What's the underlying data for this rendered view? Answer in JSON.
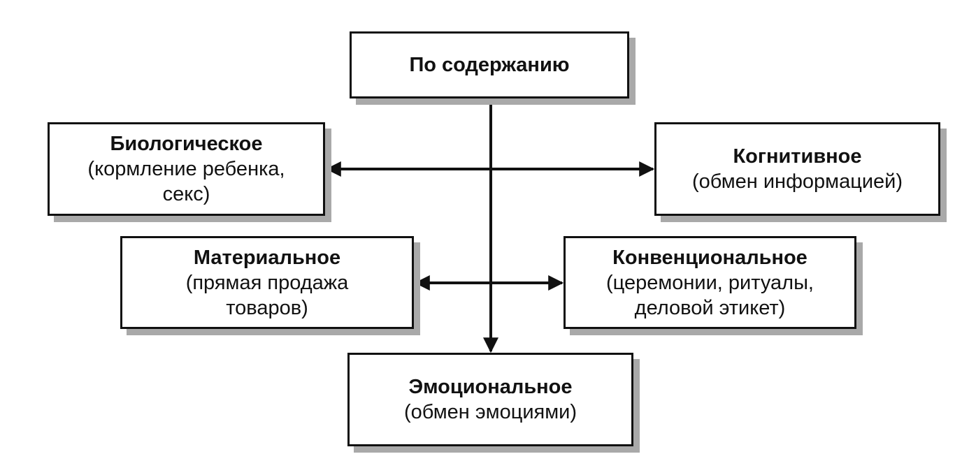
{
  "diagram": {
    "root": {
      "title": "По содержанию"
    },
    "biological": {
      "title": "Биологическое",
      "desc_line1": "(кормление ребенка,",
      "desc_line2": "секс)"
    },
    "cognitive": {
      "title": "Когнитивное",
      "desc_line1": "(обмен информацией)"
    },
    "material": {
      "title": "Материальное",
      "desc_line1": "(прямая продажа",
      "desc_line2": "товаров)"
    },
    "conventional": {
      "title": "Конвенциональное",
      "desc_line1": "(церемонии, ритуалы,",
      "desc_line2": "деловой этикет)"
    },
    "emotional": {
      "title": "Эмоциональное",
      "desc_line1": "(обмен эмоциями)"
    }
  },
  "colors": {
    "line": "#111111",
    "shadow": "#a9a9a9",
    "box_fill": "#ffffff"
  }
}
